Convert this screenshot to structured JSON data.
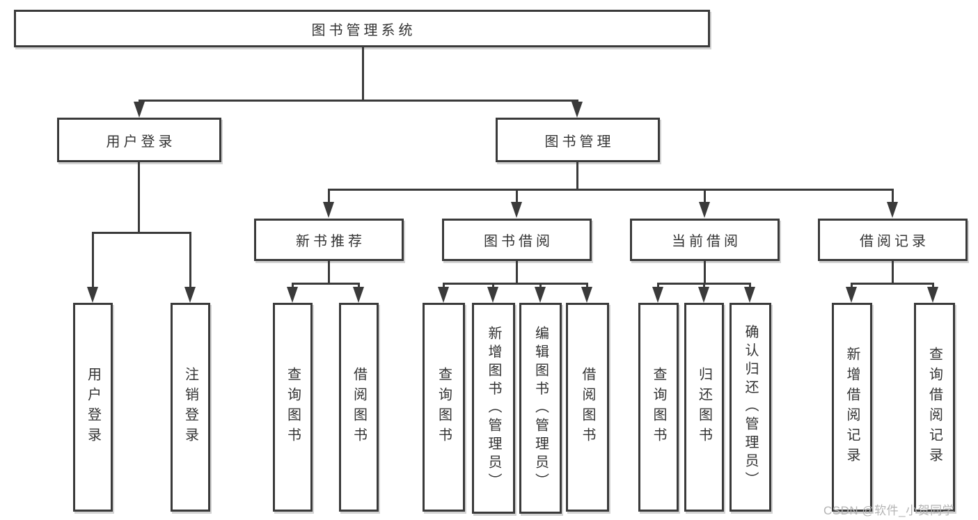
{
  "diagram_title": "图书管理系统",
  "nodes": {
    "root": "图书管理系统",
    "user_login": "用户登录",
    "book_mgmt": "图书管理",
    "new_book_rec": "新书推荐",
    "book_borrow": "图书借阅",
    "current_borrow": "当前借阅",
    "borrow_records": "借阅记录"
  },
  "leaves": [
    "用户登录",
    "注销登录",
    "查询图书",
    "借阅图书",
    "查询图书",
    "新增图书（管理员）",
    "编辑图书（管理员）",
    "借阅图书",
    "查询图书",
    "归还图书",
    "确认归还（管理员）",
    "新增借阅记录",
    "查询借阅记录"
  ],
  "hierarchy": {
    "图书管理系统": {
      "用户登录": [
        "用户登录",
        "注销登录"
      ],
      "图书管理": {
        "新书推荐": [
          "查询图书",
          "借阅图书"
        ],
        "图书借阅": [
          "查询图书",
          "新增图书（管理员）",
          "编辑图书（管理员）",
          "借阅图书"
        ],
        "当前借阅": [
          "查询图书",
          "归还图书",
          "确认归还（管理员）"
        ],
        "借阅记录": [
          "新增借阅记录",
          "查询借阅记录"
        ]
      }
    }
  },
  "watermark": {
    "text": "CSDN @软件_小贺同学",
    "color": "#b4b4b4"
  },
  "colors": {
    "line": "#3a3a3a",
    "text": "#333333",
    "background": "#ffffff"
  }
}
